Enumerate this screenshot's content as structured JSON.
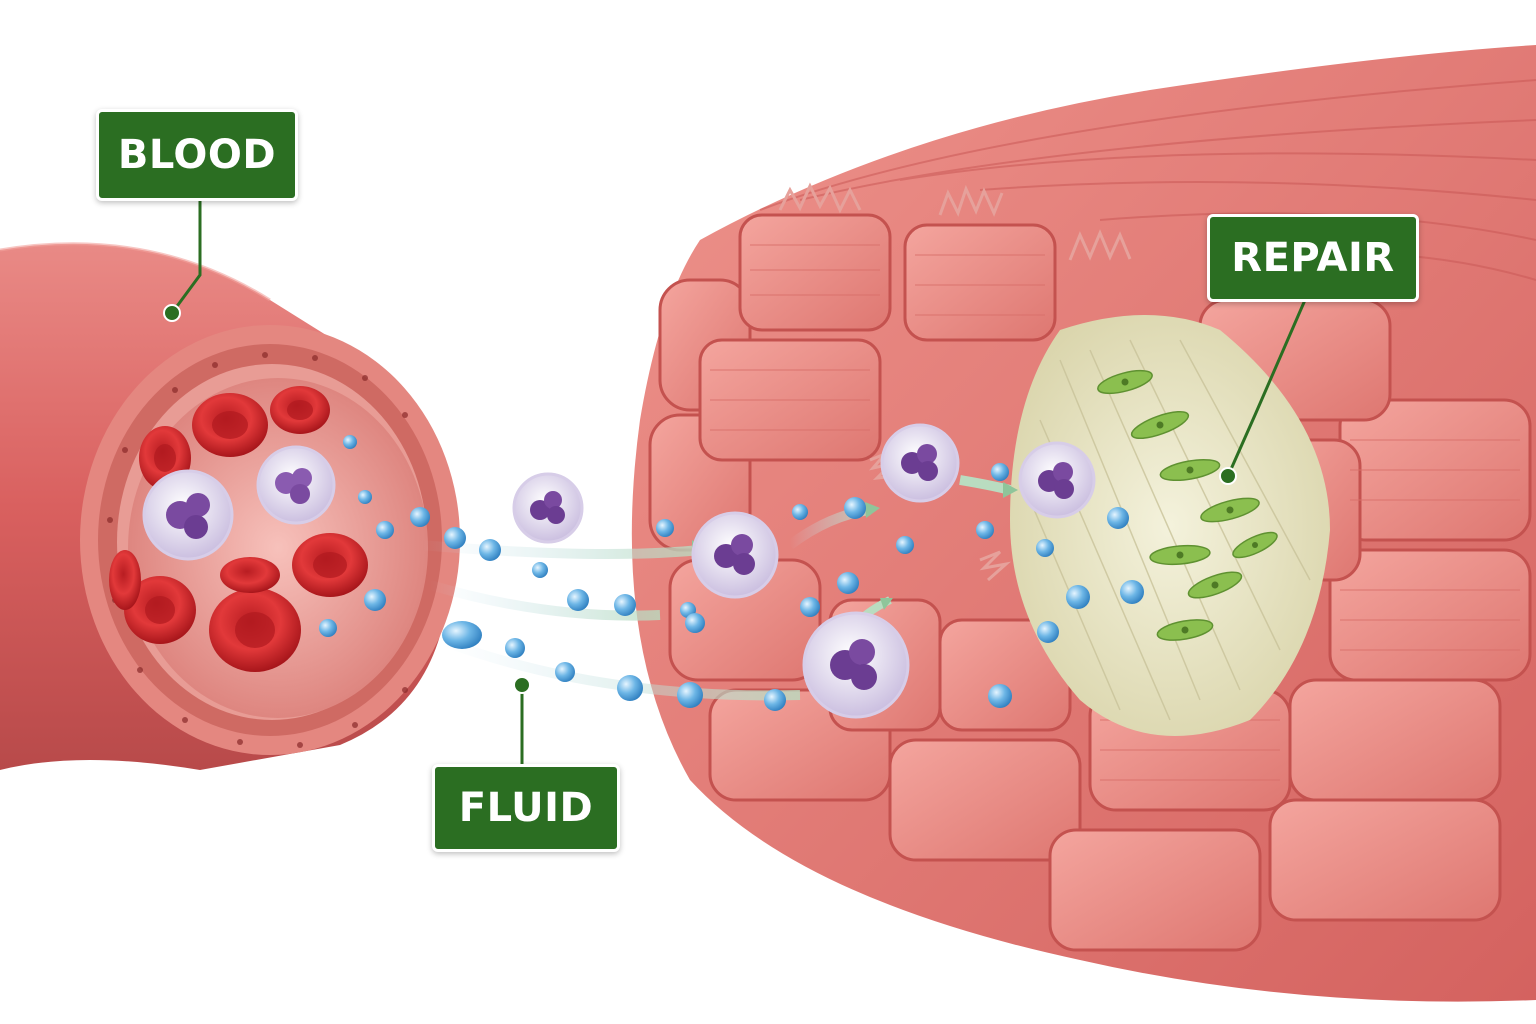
{
  "labels": {
    "blood": "BLOOD",
    "repair": "REPAIR",
    "fluid": "FLUID"
  },
  "colors": {
    "label_bg": "#2b6e22",
    "vessel": "#d9605f",
    "vessel_lumen": "#f0a7a2",
    "red_blood_cell": "#d8262a",
    "white_blood_cell": "#e8e2f0",
    "nucleus": "#7a4aa0",
    "fluid_droplet": "#5aa6dc",
    "muscle": "#e27772",
    "muscle_face": "#eb8d86",
    "repair_tissue": "#ebe8c9",
    "repair_cell": "#8bbf4f",
    "leader_line": "#2b6e22"
  },
  "icons": [
    "blood-vessel-icon",
    "red-blood-cell-icon",
    "white-blood-cell-icon",
    "fluid-droplet-icon",
    "muscle-fiber-bundle-icon",
    "repair-cell-icon"
  ]
}
